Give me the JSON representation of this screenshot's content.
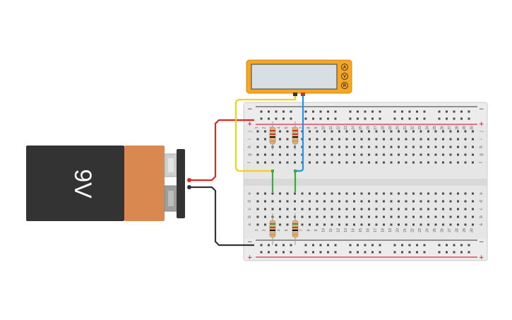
{
  "battery": {
    "label": "9V",
    "body_color": "#333333",
    "cap_color": "#d9894f"
  },
  "multimeter": {
    "modes": [
      "A",
      "V",
      "R"
    ],
    "body_color": "#f5a623",
    "display_color": "#d7dfe4"
  },
  "breadboard": {
    "column_numbers": [
      "1",
      "2",
      "3",
      "4",
      "5",
      "6",
      "7",
      "8",
      "9",
      "10",
      "11",
      "12",
      "13",
      "14",
      "15",
      "16",
      "17",
      "18",
      "19",
      "20",
      "21",
      "22",
      "23",
      "24",
      "25",
      "26",
      "27",
      "28",
      "29",
      "30"
    ],
    "top_row_letters": [
      "j",
      "i",
      "h",
      "g",
      "f"
    ],
    "bottom_row_letters": [
      "e",
      "d",
      "c",
      "b",
      "a"
    ],
    "rail_minus": "−",
    "rail_plus": "+",
    "rail_red": "#d0021b",
    "rail_black": "#333333"
  },
  "wires": {
    "red": "#e0271e",
    "black": "#333333",
    "yellow": "#f3d11a",
    "blue": "#2f8fd8",
    "green": "#3caa3c"
  },
  "resistors": {
    "count": 4,
    "body_color": "#d7b27c"
  }
}
